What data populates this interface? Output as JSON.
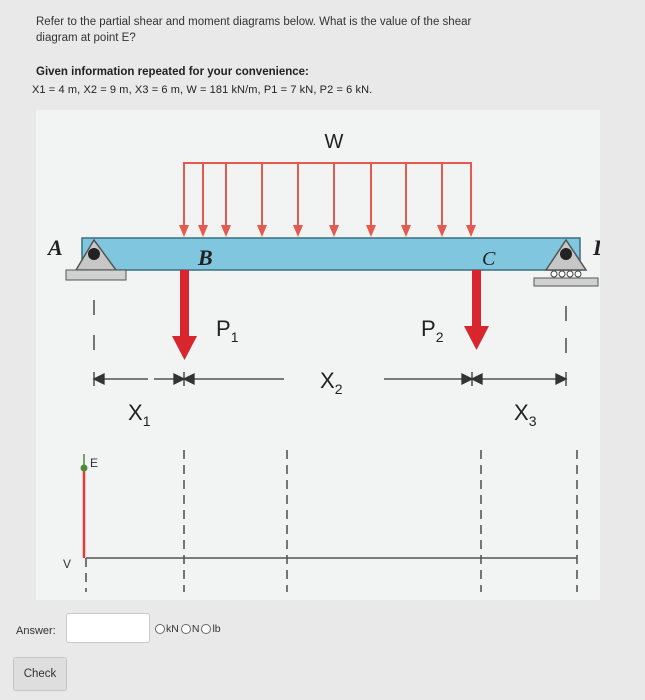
{
  "question": {
    "line1": "Refer to the partial shear and moment diagrams below. What is the value of the shear",
    "line2": "diagram at point E?"
  },
  "given": {
    "heading": "Given information repeated for your convenience:",
    "values": "X1 = 4 m, X2 = 9 m, X3 = 6 m, W = 181 kN/m, P1 = 7 kN, P2 = 6 kN."
  },
  "beam_diagram": {
    "load_label": "W",
    "point_a": "A",
    "point_b": "B",
    "point_c": "C",
    "point_d": "D",
    "p1_main": "P",
    "p1_sub": "1",
    "p2_main": "P",
    "p2_sub": "2",
    "x1_main": "X",
    "x1_sub": "1",
    "x2_main": "X",
    "x2_sub": "2",
    "x3_main": "X",
    "x3_sub": "3",
    "colors": {
      "beam": "#7fc6de",
      "load_arrow": "#e55a4f",
      "point_load": "#d9252e",
      "support": "#c7c7c7"
    }
  },
  "shear_diagram": {
    "point_e": "E",
    "v_label": "V",
    "colors": {
      "shear_line": "#e23a3a",
      "point_marker": "#4c8a3a"
    }
  },
  "answer": {
    "label": "Answer:",
    "value": "",
    "units": [
      "kN",
      "N",
      "lb"
    ]
  },
  "check_button": {
    "label": "Check"
  }
}
